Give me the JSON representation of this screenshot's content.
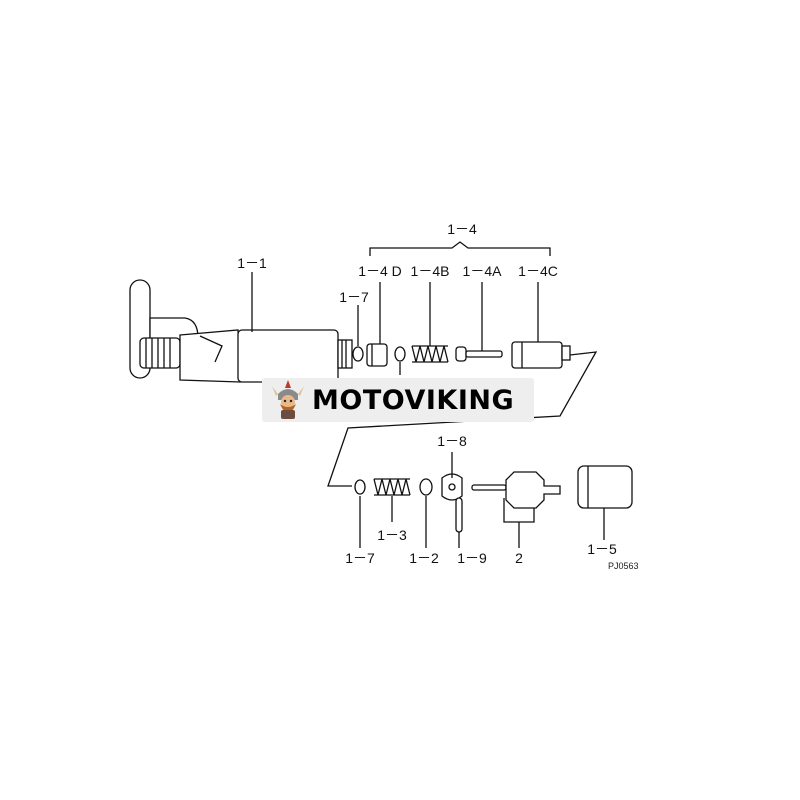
{
  "labels": {
    "p1_4": "1－4",
    "p1_1": "1－1",
    "p1_4d": "1－4 D",
    "p1_4b": "1－4B",
    "p1_4a": "1－4A",
    "p1_4c": "1－4C",
    "p1_7_top": "1－7",
    "p1_8": "1－8",
    "p1_3": "1－3",
    "p1_7_bottom": "1－7",
    "p1_2": "1－2",
    "p1_9": "1－9",
    "p2": "2",
    "p1_5": "1－5",
    "ref_code": "PJ0563"
  },
  "watermark": {
    "text": "MOTOVIKING",
    "icon": "viking-mascot-icon"
  }
}
